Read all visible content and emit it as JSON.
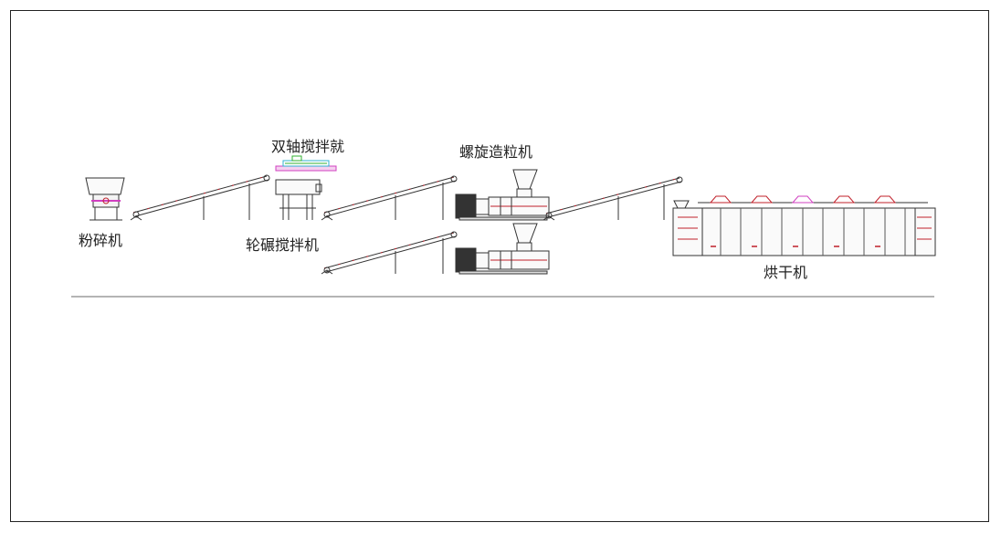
{
  "colors": {
    "line": "#333333",
    "accent_red": "#c0202a",
    "accent_magenta": "#d040c0",
    "accent_green": "#30b030",
    "accent_cyan": "#30b0d0",
    "floor": "#888888"
  },
  "labels": {
    "crusher": "粉碎机",
    "twin_shaft_mixer": "双轴搅拌就",
    "wheel_mill_mixer": "轮碾搅拌机",
    "pellet_machine": "螺旋造粒机",
    "dryer": "烘干机"
  }
}
